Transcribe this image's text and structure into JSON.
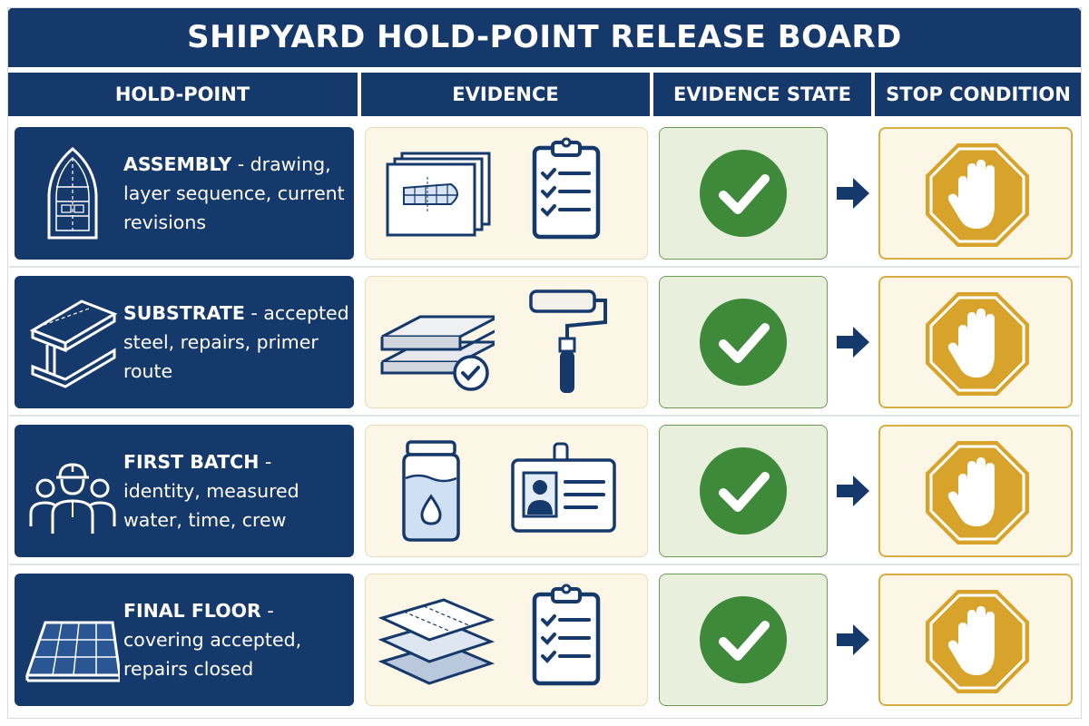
{
  "board": {
    "title": "SHIPYARD HOLD-POINT RELEASE BOARD",
    "headers": {
      "hold_point": "HOLD-POINT",
      "evidence": "EVIDENCE",
      "evidence_state": "EVIDENCE STATE",
      "stop_condition": "STOP CONDITION"
    },
    "rows": [
      {
        "name": "ASSEMBLY",
        "detail": " - drawing, layer sequence, current revisions",
        "hold_icon": "hull-plan-icon",
        "evidence_icons": [
          "drawing-sheets-icon",
          "checklist-clipboard-icon"
        ],
        "state": "verified",
        "stop": "stop-hand-icon"
      },
      {
        "name": "SUBSTRATE",
        "detail": " - accepted steel, repairs, primer route",
        "hold_icon": "steel-i-beam-icon",
        "evidence_icons": [
          "accepted-steel-plates-icon",
          "paint-roller-icon"
        ],
        "state": "verified",
        "stop": "stop-hand-icon"
      },
      {
        "name": "FIRST BATCH",
        "detail": " - identity, measured water, time, crew",
        "hold_icon": "crew-icon",
        "evidence_icons": [
          "water-jar-icon",
          "id-badge-icon"
        ],
        "state": "verified",
        "stop": "stop-hand-icon"
      },
      {
        "name": "FINAL FLOOR",
        "detail": " - covering accepted, repairs closed",
        "hold_icon": "floor-grid-icon",
        "evidence_icons": [
          "layered-covering-icon",
          "checklist-clipboard-icon"
        ],
        "state": "verified",
        "stop": "stop-hand-icon"
      }
    ]
  },
  "colors": {
    "navy": "#16396b",
    "cream": "#fbf6e6",
    "green": "#3f8a3a",
    "green_panel": "#e8efdc",
    "amber": "#d8a32a"
  }
}
